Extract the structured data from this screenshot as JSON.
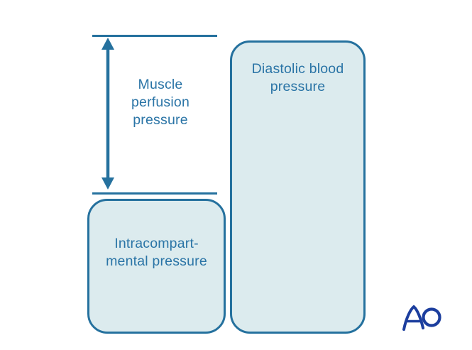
{
  "diagram": {
    "muscle_perfusion_label": "Muscle\nperfusion\npressure",
    "boxes": [
      {
        "id": "diastolic",
        "label": "Diastolic blood\npressure"
      },
      {
        "id": "intracompartmental",
        "label": "Intracompart-\nmental pressure"
      }
    ],
    "logo_text": "AO",
    "icons": {
      "arrow": "double-headed-vertical-arrow"
    },
    "colors": {
      "diagram_blue": "#25719E",
      "text_blue": "#2A74A6",
      "box_fill": "#DCEBEE",
      "logo_blue": "#1C3E9E"
    }
  }
}
